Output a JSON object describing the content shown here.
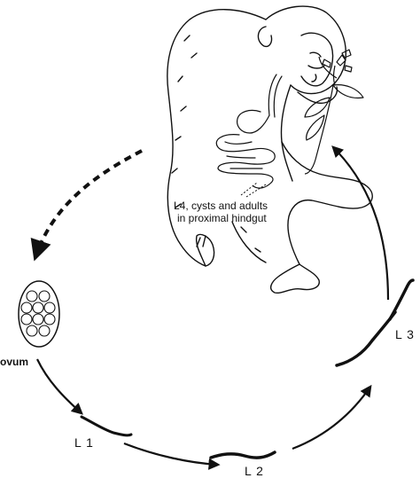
{
  "figure": {
    "ink_color": "#111111",
    "background": "#ffffff"
  },
  "labels": {
    "hindgut_line1": "L4, cysts and adults",
    "hindgut_line2": "in proximal hindgut",
    "ovum": "ovum",
    "l1": "L 1",
    "l2": "L 2",
    "l3": "L 3"
  },
  "icons": {
    "host": "chimpanzee-host-icon",
    "plant": "plant-sprig-icon",
    "gut": "intestine-icon",
    "egg": "ovum-egg-icon",
    "larvae": "larva-icon"
  }
}
